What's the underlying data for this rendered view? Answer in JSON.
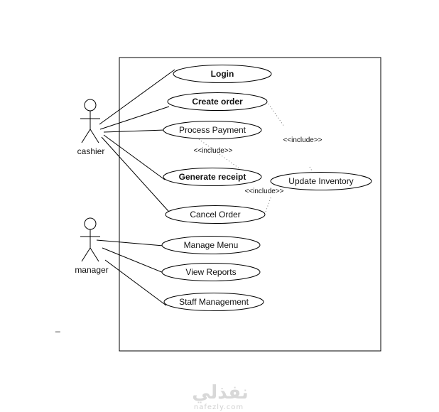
{
  "actors": {
    "cashier": "cashier",
    "manager": "manager"
  },
  "use_cases": {
    "login": "Login",
    "create_order": "Create order",
    "process_payment": "Process Payment",
    "generate_receipt": "Generate receipt",
    "cancel_order": "Cancel Order",
    "update_inventory": "Update Inventory",
    "manage_menu": "Manage Menu",
    "view_reports": "View Reports",
    "staff_management": "Staff Management"
  },
  "relations": {
    "include_create_inventory": "<<include>>",
    "include_payment_receipt": "<<include>>",
    "include_cancel_inventory": "<<include>>"
  },
  "stray_mark": "_",
  "watermark": {
    "arabic": "نفذلي",
    "latin": "nafezly.com"
  }
}
